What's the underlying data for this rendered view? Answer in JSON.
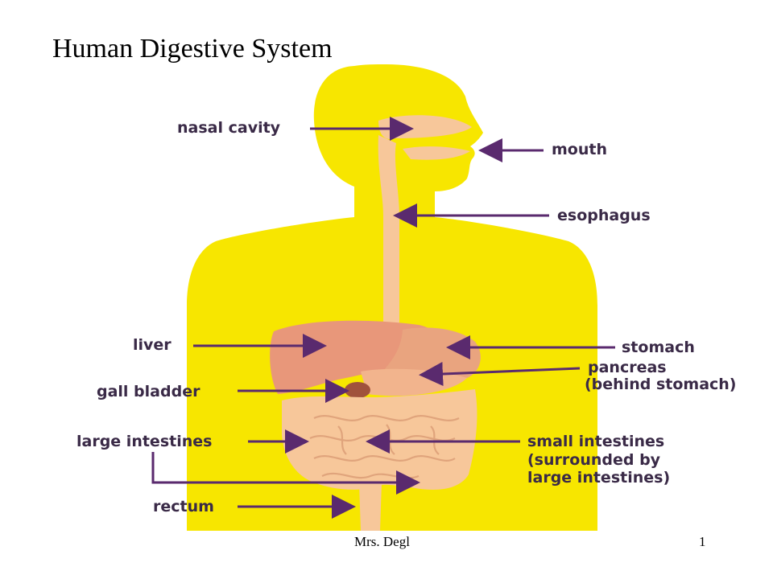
{
  "slide": {
    "title": "Human Digestive System",
    "author": "Mrs. Degl",
    "page_number": "1"
  },
  "labels": {
    "nasal_cavity": "nasal cavity",
    "mouth": "mouth",
    "esophagus": "esophagus",
    "liver": "liver",
    "stomach": "stomach",
    "pancreas_line1": "pancreas",
    "pancreas_line2": "(behind stomach)",
    "gall_bladder": "gall bladder",
    "large_intestines": "large intestines",
    "small_intestines_line1": "small intestines",
    "small_intestines_line2": "(surrounded by",
    "small_intestines_line3": "large intestines)",
    "rectum": "rectum"
  },
  "colors": {
    "body": "#f7e600",
    "organ_light": "#f7c79a",
    "liver": "#e8977a",
    "stomach": "#e9a47f",
    "gall_bladder": "#a0523c",
    "arrow": "#5a2a6e",
    "label_text": "#3a2a47"
  }
}
